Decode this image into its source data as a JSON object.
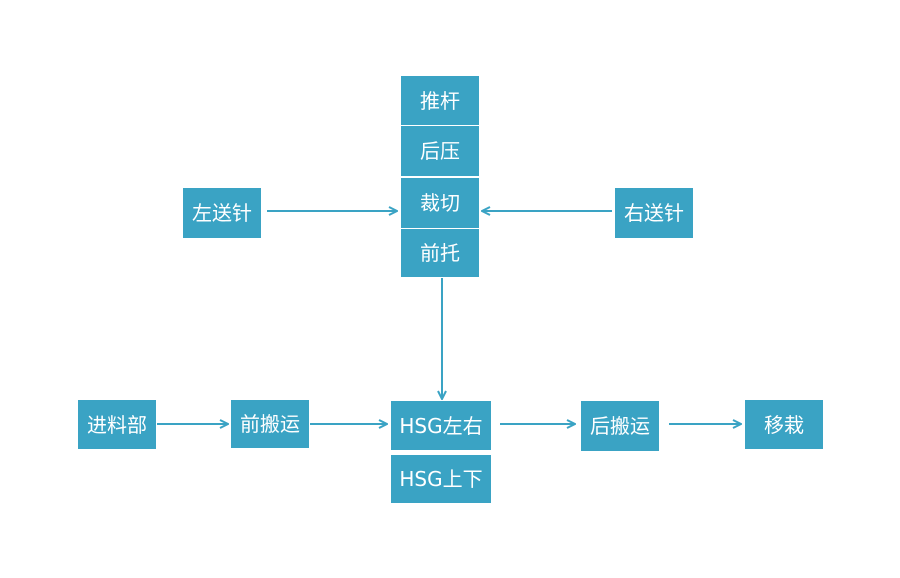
{
  "colors": {
    "box": "#3aa3c4",
    "arrow": "#3aa3c4",
    "text": "#ffffff",
    "background": "#ffffff"
  },
  "nodes": {
    "push_rod": "推杆",
    "rear_press": "后压",
    "cut": "裁切",
    "front_support": "前托",
    "left_feed_pin": "左送针",
    "right_feed_pin": "右送针",
    "feed_section": "进料部",
    "front_transfer": "前搬运",
    "hsg_left_right": "HSG左右",
    "hsg_up_down": "HSG上下",
    "rear_transfer": "后搬运",
    "transplant": "移栽"
  }
}
